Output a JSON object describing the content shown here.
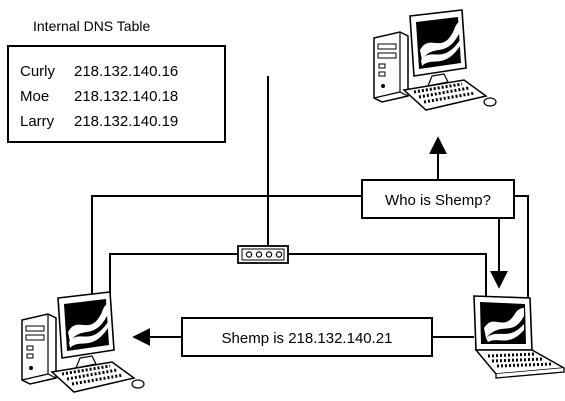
{
  "dns_table": {
    "title": "Internal DNS Table",
    "entries": [
      {
        "name": "Curly",
        "ip": "218.132.140.16"
      },
      {
        "name": "Moe",
        "ip": "218.132.140.18"
      },
      {
        "name": "Larry",
        "ip": "218.132.140.19"
      }
    ]
  },
  "messages": {
    "query": "Who is Shemp?",
    "reply": "Shemp is 218.132.140.21"
  },
  "devices": {
    "top_right": "desktop-computer",
    "bottom_left": "desktop-computer",
    "bottom_right": "laptop-computer",
    "center": "network-hub"
  }
}
